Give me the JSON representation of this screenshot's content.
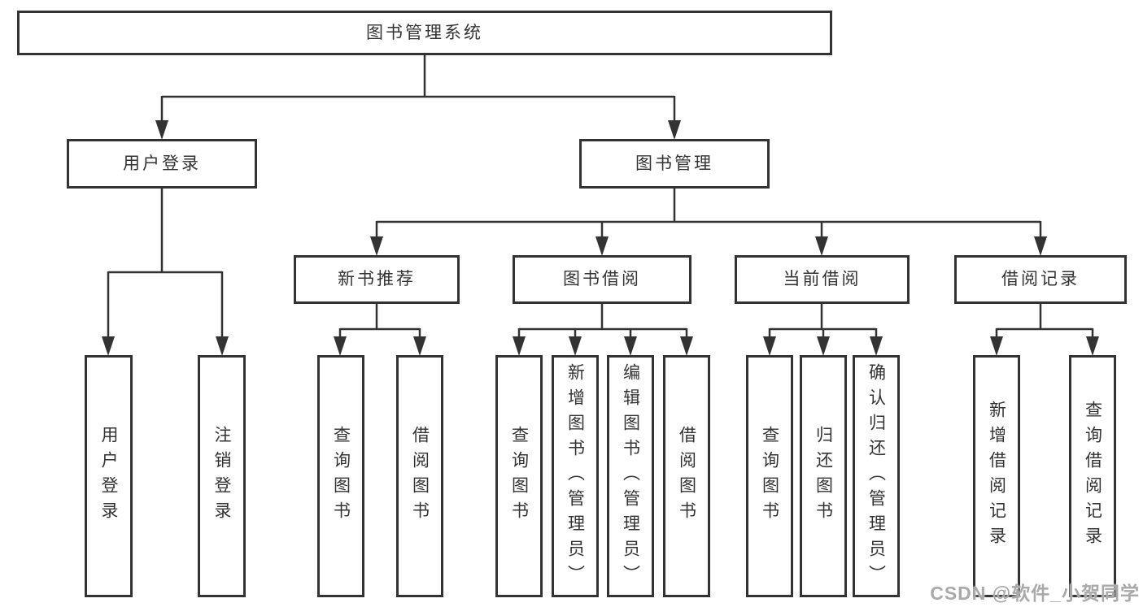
{
  "diagram": {
    "title": "图书管理系统",
    "nodes": {
      "root": {
        "label": "图书管理系统"
      },
      "level2": [
        {
          "label": "用户登录",
          "parent": "图书管理系统"
        },
        {
          "label": "图书管理",
          "parent": "图书管理系统"
        }
      ],
      "level3": [
        {
          "label": "新书推荐",
          "parent": "图书管理"
        },
        {
          "label": "图书借阅",
          "parent": "图书管理"
        },
        {
          "label": "当前借阅",
          "parent": "图书管理"
        },
        {
          "label": "借阅记录",
          "parent": "图书管理"
        }
      ],
      "level4": [
        {
          "label": "用户登录",
          "parent": "用户登录"
        },
        {
          "label": "注销登录",
          "parent": "用户登录"
        },
        {
          "label": "查询图书",
          "parent": "新书推荐"
        },
        {
          "label": "借阅图书",
          "parent": "新书推荐"
        },
        {
          "label": "查询图书",
          "parent": "图书借阅"
        },
        {
          "label": "新增图书（管理员）",
          "parent": "图书借阅"
        },
        {
          "label": "编辑图书（管理员）",
          "parent": "图书借阅"
        },
        {
          "label": "借阅图书",
          "parent": "图书借阅"
        },
        {
          "label": "查询图书",
          "parent": "当前借阅"
        },
        {
          "label": "归还图书",
          "parent": "当前借阅"
        },
        {
          "label": "确认归还（管理员）",
          "parent": "当前借阅"
        },
        {
          "label": "新增借阅记录",
          "parent": "借阅记录"
        },
        {
          "label": "查询借阅记录",
          "parent": "借阅记录"
        }
      ]
    }
  },
  "watermark": "CSDN @软件_小贺同学",
  "colors": {
    "line": "#333333",
    "text": "#333333",
    "background": "#ffffff",
    "watermark": "#a9a9a9"
  }
}
